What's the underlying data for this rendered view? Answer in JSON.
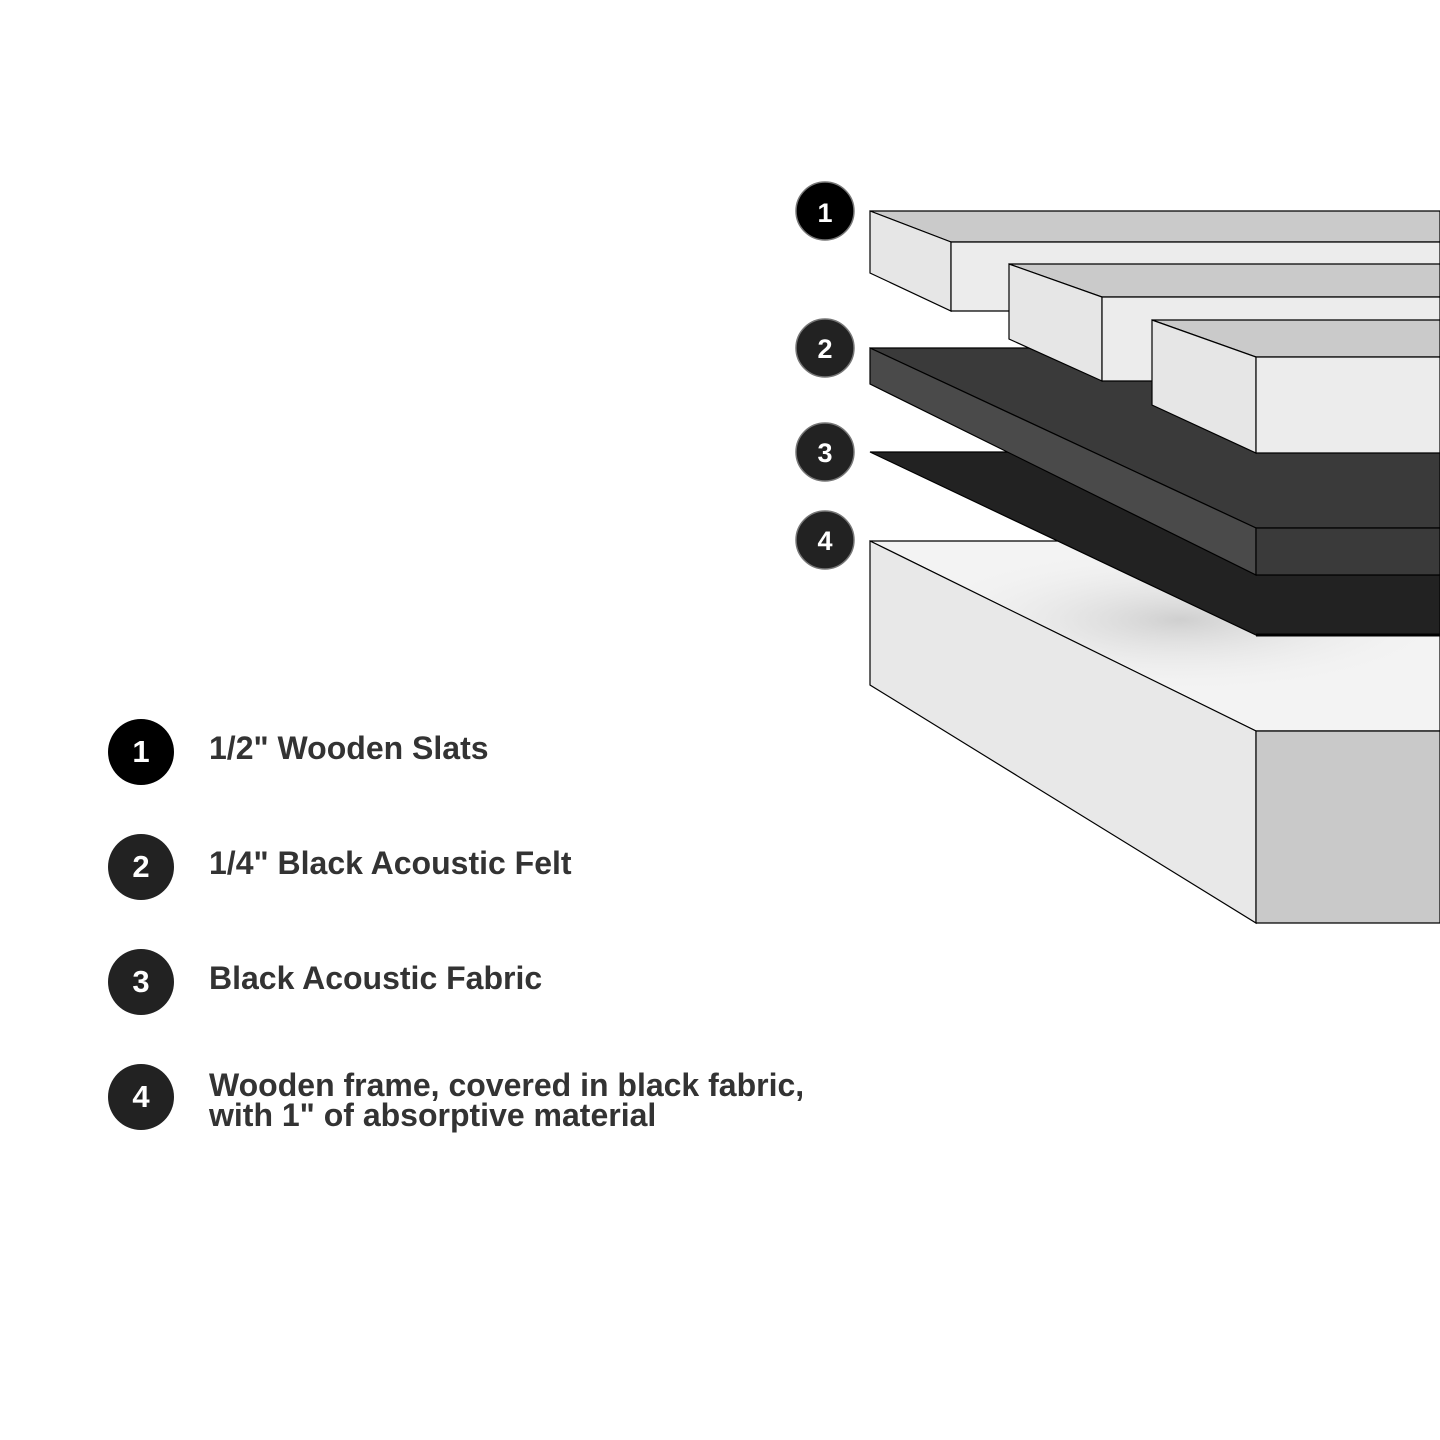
{
  "colors": {
    "background": "#ffffff",
    "badge_dark": "#000000",
    "badge": "#222222",
    "label_text": "#333333",
    "wood_top": "#cacaca",
    "wood_front": "#ececec",
    "felt_top": "#3a3a3a",
    "felt_edge": "#4a4a4a",
    "fabric": "#222222",
    "frame_side": "#e8e8e8",
    "frame_front": "#c9c9c9"
  },
  "diagram": {
    "badges": [
      "1",
      "2",
      "3",
      "4"
    ],
    "layers": [
      {
        "id": "slats",
        "name": "wooden-slats"
      },
      {
        "id": "felt",
        "name": "acoustic-felt"
      },
      {
        "id": "fabric",
        "name": "acoustic-fabric"
      },
      {
        "id": "frame",
        "name": "wooden-frame"
      }
    ]
  },
  "legend": [
    {
      "number": "1",
      "line1": "1/2\" Wooden Slats",
      "line2": ""
    },
    {
      "number": "2",
      "line1": "1/4\" Black Acoustic Felt",
      "line2": ""
    },
    {
      "number": "3",
      "line1": "Black Acoustic Fabric",
      "line2": ""
    },
    {
      "number": "4",
      "line1": "Wooden frame, covered in black fabric,",
      "line2": "with 1\" of absorptive material"
    }
  ]
}
